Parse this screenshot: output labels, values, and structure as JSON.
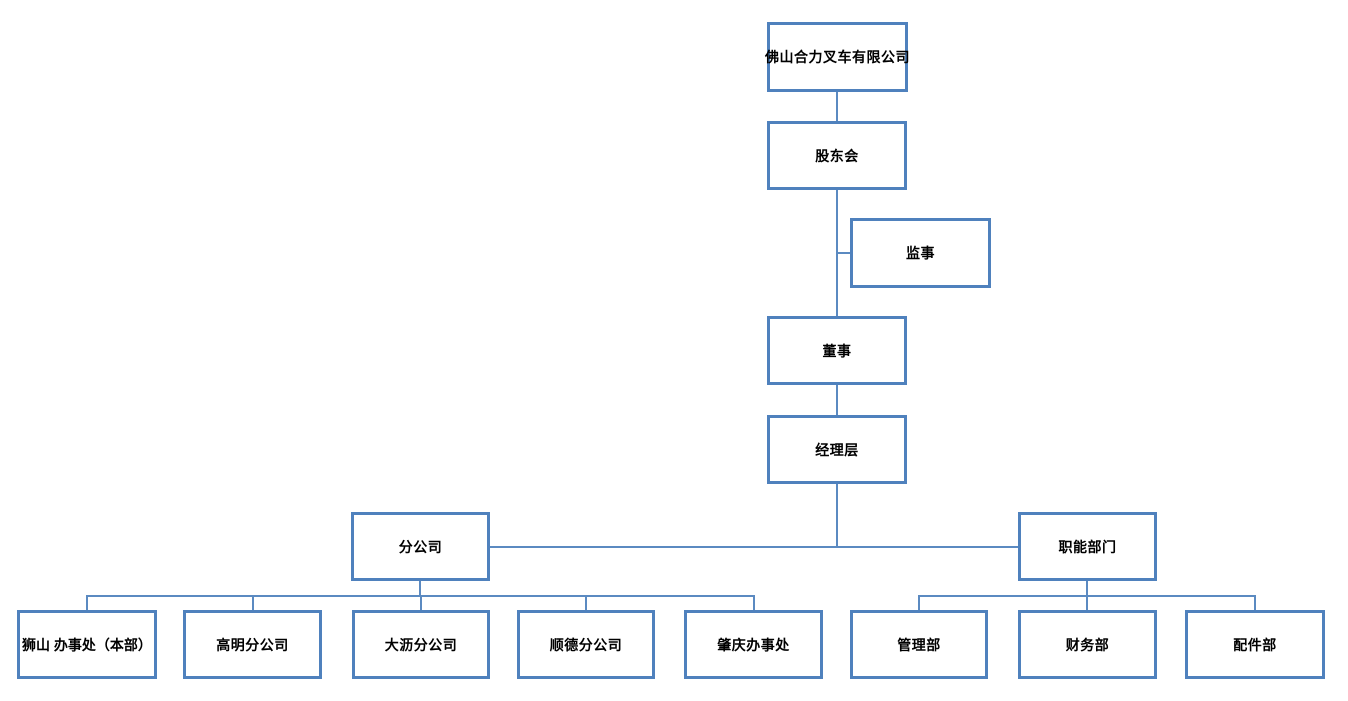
{
  "diagram": {
    "background": "#ffffff",
    "colors": {
      "box_border": "#4f81bd",
      "connector": "#5b8ac1",
      "text": "#000000"
    },
    "nodes": {
      "company": {
        "label": "佛山合力叉车有限公司"
      },
      "shareholders": {
        "label": "股东会"
      },
      "supervisor": {
        "label": "监事"
      },
      "director": {
        "label": "董事"
      },
      "management": {
        "label": "经理层"
      },
      "branch_group": {
        "label": "分公司"
      },
      "functional_group": {
        "label": "职能部门"
      },
      "branch_children": [
        {
          "label": "狮山 办事处（本部）"
        },
        {
          "label": "高明分公司"
        },
        {
          "label": "大沥分公司"
        },
        {
          "label": "顺德分公司"
        },
        {
          "label": "肇庆办事处"
        }
      ],
      "functional_children": [
        {
          "label": "管理部"
        },
        {
          "label": "财务部"
        },
        {
          "label": "配件部"
        }
      ]
    }
  }
}
